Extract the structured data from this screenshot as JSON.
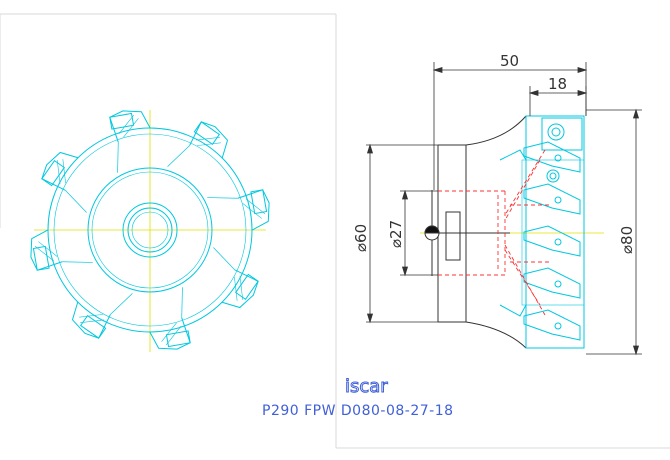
{
  "drawing": {
    "dimensions": {
      "overall_length": "50",
      "flange_length": "18",
      "bore_diameter": "⌀27",
      "hub_diameter": "⌀60",
      "cutting_diameter": "⌀80"
    },
    "brand_logo_text": "iscar",
    "caption": "P290 FPW D080-08-27-18",
    "teeth_count": 8,
    "colors": {
      "insert": "#00c8e0",
      "centerline": "#e0e000",
      "hidden": "#ff3030",
      "annotation": "#4060d8",
      "dimension": "#333333",
      "frame": "#d8d8d8"
    }
  }
}
